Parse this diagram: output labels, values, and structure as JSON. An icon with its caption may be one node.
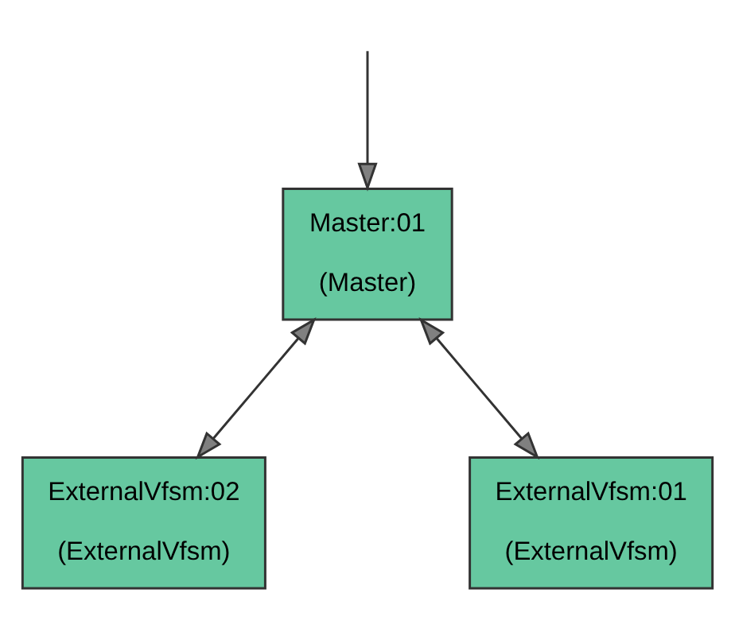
{
  "diagram": {
    "nodes": [
      {
        "text": [
          "Master:01",
          "(Master)"
        ]
      },
      {
        "text": [
          "ExternalVfsm:02",
          "(ExternalVfsm)"
        ]
      },
      {
        "text": [
          "ExternalVfsm:01",
          "(ExternalVfsm)"
        ]
      }
    ],
    "edges": [
      {
        "from": null,
        "to": 0,
        "arrow": "to"
      },
      {
        "from": 0,
        "to": 1,
        "arrow": "both"
      },
      {
        "from": 0,
        "to": 2,
        "arrow": "both"
      }
    ]
  }
}
